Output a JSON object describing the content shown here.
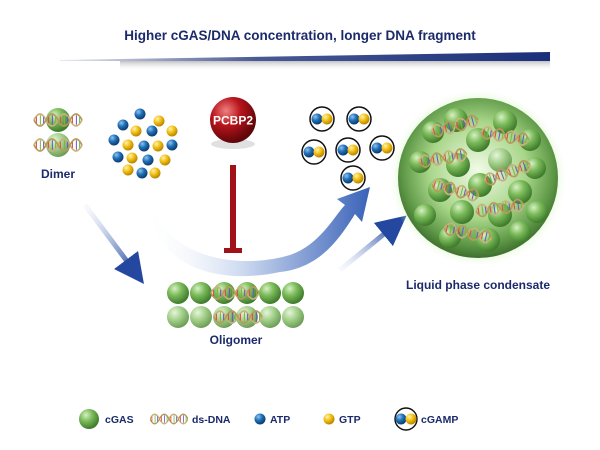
{
  "header": {
    "title": "Higher cGAS/DNA concentration, longer DNA fragment"
  },
  "stages": {
    "dimer": "Dimer",
    "oligomer": "Oligomer",
    "condensate": "Liquid phase condensate"
  },
  "inhibitor": {
    "label": "PCBP2"
  },
  "legend": {
    "items": [
      {
        "icon": "cgas-sphere-icon",
        "label": "cGAS"
      },
      {
        "icon": "ds-dna-helix-icon",
        "label": "ds-DNA"
      },
      {
        "icon": "atp-ball-icon",
        "label": "ATP"
      },
      {
        "icon": "gtp-ball-icon",
        "label": "GTP"
      },
      {
        "icon": "cgamp-icon",
        "label": "cGAMP"
      }
    ]
  },
  "colors": {
    "title_text": "#1b2a6b",
    "header_bar": "#1a2f7a",
    "cgas_green": "#6aa84f",
    "atp_blue": "#1f6fb5",
    "gtp_yellow": "#f2c014",
    "inhibitor_red": "#a01218"
  }
}
